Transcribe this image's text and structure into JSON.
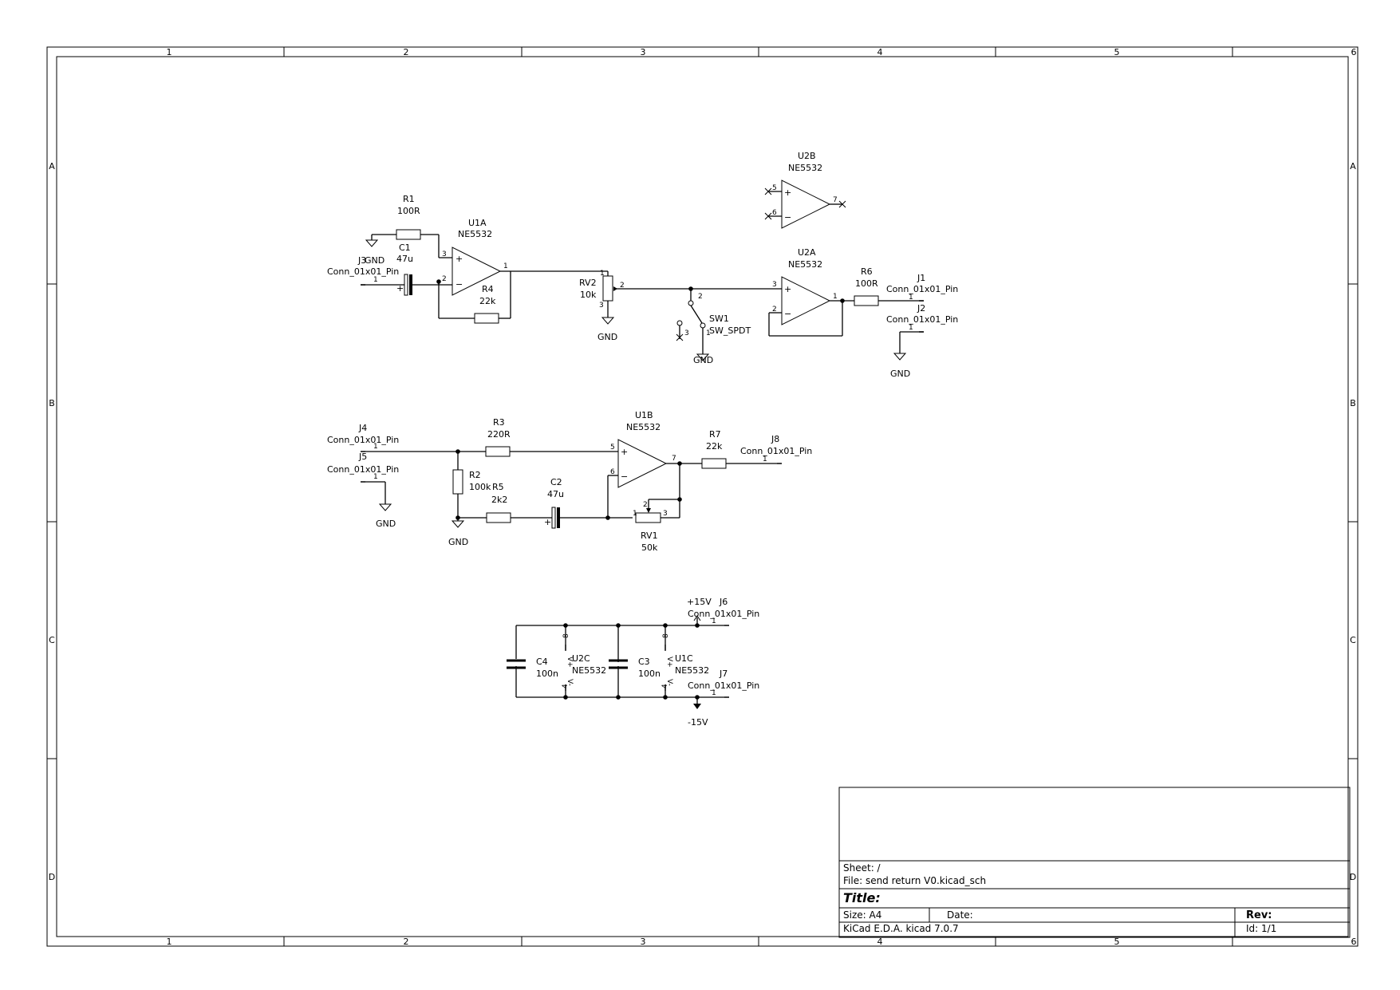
{
  "border": {
    "columns": [
      "1",
      "2",
      "3",
      "4",
      "5",
      "6"
    ],
    "rows": [
      "A",
      "B",
      "C",
      "D"
    ]
  },
  "components": {
    "R1": {
      "ref": "R1",
      "value": "100R"
    },
    "C1": {
      "ref": "C1",
      "value": "47u"
    },
    "U1A": {
      "ref": "U1A",
      "value": "NE5532"
    },
    "R4": {
      "ref": "R4",
      "value": "22k"
    },
    "J3": {
      "ref": "J3",
      "value": "Conn_01x01_Pin",
      "gnd": "GND"
    },
    "RV2": {
      "ref": "RV2",
      "value": "10k"
    },
    "SW1": {
      "ref": "SW1",
      "value": "SW_SPDT"
    },
    "U2B": {
      "ref": "U2B",
      "value": "NE5532"
    },
    "U2A": {
      "ref": "U2A",
      "value": "NE5532"
    },
    "R6": {
      "ref": "R6",
      "value": "100R"
    },
    "J1": {
      "ref": "J1",
      "value": "Conn_01x01_Pin"
    },
    "J2": {
      "ref": "J2",
      "value": "Conn_01x01_Pin"
    },
    "J4": {
      "ref": "J4",
      "value": "Conn_01x01_Pin"
    },
    "J5": {
      "ref": "J5",
      "value": "Conn_01x01_Pin"
    },
    "R3": {
      "ref": "R3",
      "value": "220R"
    },
    "R2": {
      "ref": "R2",
      "value": "100k"
    },
    "R5": {
      "ref": "R5",
      "value": "2k2"
    },
    "C2": {
      "ref": "C2",
      "value": "47u"
    },
    "U1B": {
      "ref": "U1B",
      "value": "NE5532"
    },
    "R7": {
      "ref": "R7",
      "value": "22k"
    },
    "J8": {
      "ref": "J8",
      "value": "Conn_01x01_Pin"
    },
    "RV1": {
      "ref": "RV1",
      "value": "50k"
    },
    "J6": {
      "ref": "J6",
      "value": "Conn_01x01_Pin"
    },
    "J7": {
      "ref": "J7",
      "value": "Conn_01x01_Pin"
    },
    "C4": {
      "ref": "C4",
      "value": "100n"
    },
    "U2C": {
      "ref": "U2C",
      "value": "NE5532"
    },
    "C3": {
      "ref": "C3",
      "value": "100n"
    },
    "U1C": {
      "ref": "U1C",
      "value": "NE5532"
    }
  },
  "power": {
    "gnd": "GND",
    "pos": "+15V",
    "neg": "-15V"
  },
  "pins": {
    "n1": "1",
    "n2": "2",
    "n3": "3",
    "n4": "4",
    "n5": "5",
    "n6": "6",
    "n7": "7",
    "n8": "8",
    "plus": "+",
    "minus": "−",
    "vplus": "V+",
    "vminus": "V-"
  },
  "title_block": {
    "sheet": "Sheet: /",
    "file": "File: send return V0.kicad_sch",
    "title": "Title:",
    "size": "Size: A4",
    "date": "Date:",
    "rev": "Rev:",
    "tool": "KiCad E.D.A.  kicad 7.0.7",
    "id": "Id: 1/1"
  }
}
